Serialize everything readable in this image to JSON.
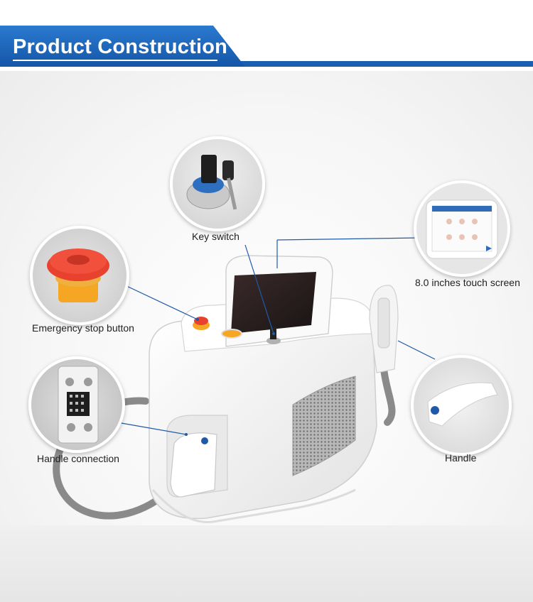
{
  "header": {
    "title": "Product Construction"
  },
  "labels": {
    "key_switch": "Key switch",
    "touch_screen": "8.0 inches touch screen",
    "emergency_stop": "Emergency stop button",
    "handle": "Handle",
    "handle_connection": "Handle connection"
  },
  "colors": {
    "brand_blue": "#1a5fb0",
    "leader_line": "#1f5aa8",
    "stop_red": "#e8412e",
    "stop_yellow": "#f5a623",
    "machine_white": "#f7f7f7"
  }
}
